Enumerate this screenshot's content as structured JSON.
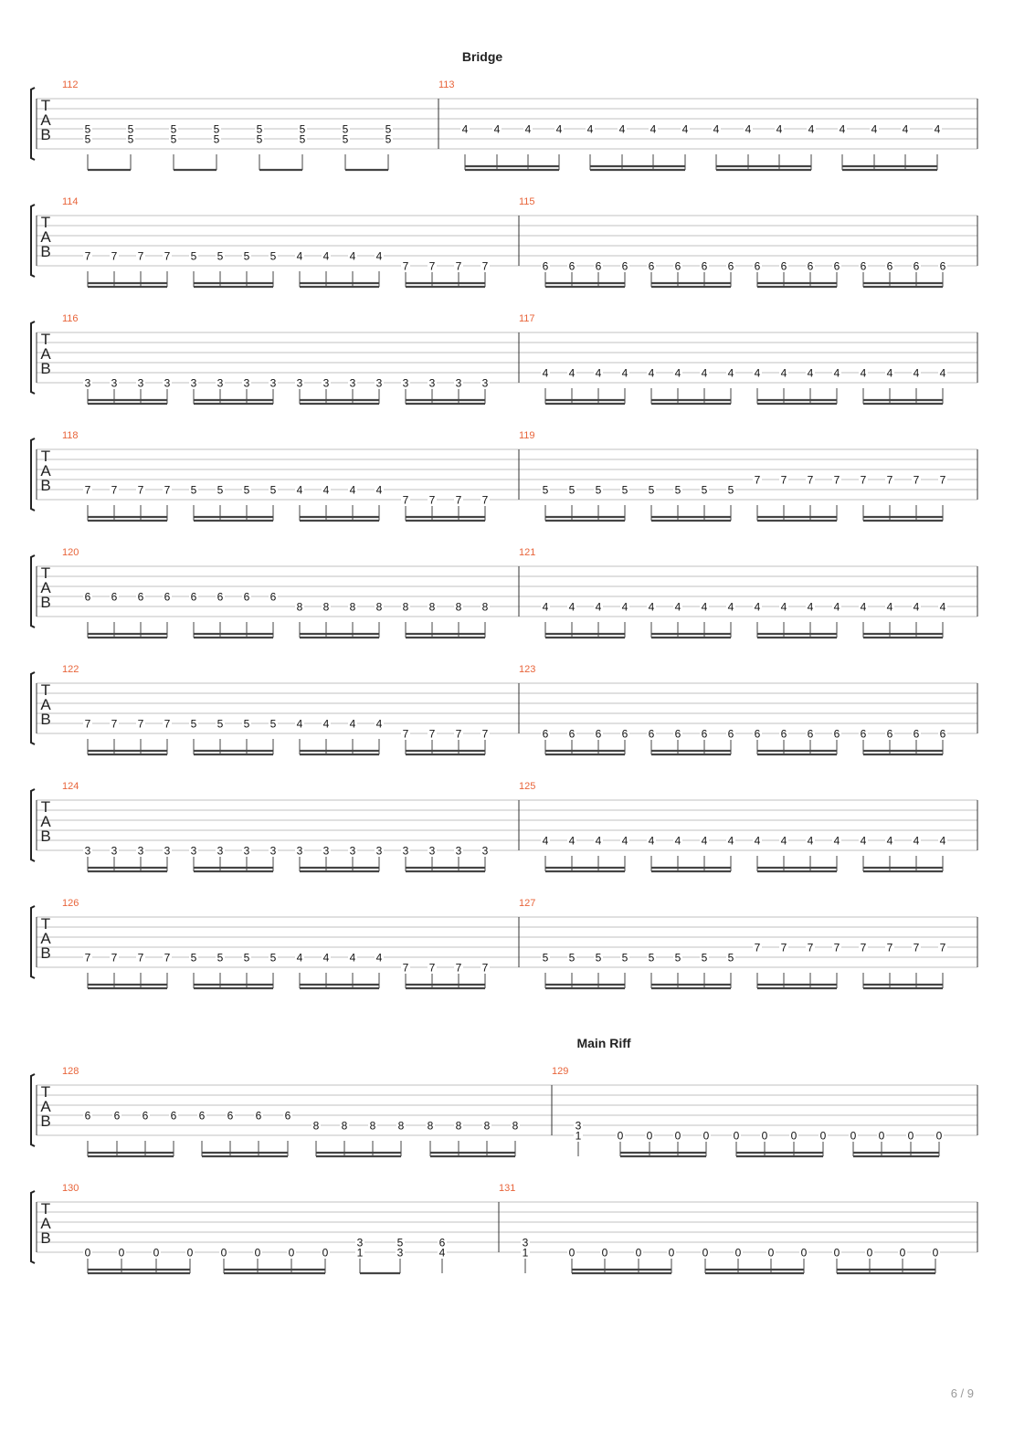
{
  "document": {
    "type": "guitar tablature",
    "page_number": "6 / 9",
    "colors": {
      "bar_number": "#e8643a",
      "staff_line": "#c0c0c0",
      "text": "#111111",
      "beam": "#444444"
    }
  },
  "section_labels": {
    "bridge": "Bridge",
    "main_riff": "Main Riff"
  },
  "tab_clef": [
    "T",
    "A",
    "B"
  ],
  "systems": [
    {
      "section_label": "Bridge",
      "measures": [
        {
          "number": "112",
          "beats": [
            {
              "frets": [
                [
                  4,
                  "5"
                ],
                [
                  5,
                  "5"
                ]
              ],
              "group": 0
            },
            {
              "frets": [
                [
                  4,
                  "5"
                ],
                [
                  5,
                  "5"
                ]
              ],
              "group": 0
            },
            {
              "frets": [
                [
                  4,
                  "5"
                ],
                [
                  5,
                  "5"
                ]
              ],
              "group": 1
            },
            {
              "frets": [
                [
                  4,
                  "5"
                ],
                [
                  5,
                  "5"
                ]
              ],
              "group": 1
            },
            {
              "frets": [
                [
                  4,
                  "5"
                ],
                [
                  5,
                  "5"
                ]
              ],
              "group": 2
            },
            {
              "frets": [
                [
                  4,
                  "5"
                ],
                [
                  5,
                  "5"
                ]
              ],
              "group": 2
            },
            {
              "frets": [
                [
                  4,
                  "5"
                ],
                [
                  5,
                  "5"
                ]
              ],
              "group": 3
            },
            {
              "frets": [
                [
                  4,
                  "5"
                ],
                [
                  5,
                  "5"
                ]
              ],
              "group": 3
            }
          ],
          "beams": [
            1,
            1,
            1,
            1
          ]
        },
        {
          "number": "113",
          "repeat": {
            "fret": "4",
            "string": 4,
            "per_group": 4,
            "groups": 4
          },
          "beams": [
            2,
            2,
            2,
            2
          ]
        }
      ]
    },
    {
      "measures": [
        {
          "number": "114",
          "seq": [
            [
              "7",
              5
            ],
            [
              "5",
              5
            ],
            [
              "4",
              5
            ],
            [
              "7",
              6
            ]
          ],
          "per_group": 4,
          "beams": [
            2,
            2,
            2,
            2
          ]
        },
        {
          "number": "115",
          "seq": [
            [
              "6",
              6
            ],
            [
              "6",
              6
            ],
            [
              "6",
              6
            ],
            [
              "6",
              6
            ]
          ],
          "per_group": 4,
          "beams": [
            2,
            2,
            2,
            2
          ]
        }
      ]
    },
    {
      "measures": [
        {
          "number": "116",
          "seq": [
            [
              "3",
              6
            ],
            [
              "3",
              6
            ],
            [
              "3",
              6
            ],
            [
              "3",
              6
            ]
          ],
          "per_group": 4,
          "beams": [
            2,
            2,
            2,
            2
          ]
        },
        {
          "number": "117",
          "seq": [
            [
              "4",
              5
            ],
            [
              "4",
              5
            ],
            [
              "4",
              5
            ],
            [
              "4",
              5
            ]
          ],
          "per_group": 4,
          "beams": [
            2,
            2,
            2,
            2
          ]
        }
      ]
    },
    {
      "measures": [
        {
          "number": "118",
          "seq": [
            [
              "7",
              5
            ],
            [
              "5",
              5
            ],
            [
              "4",
              5
            ],
            [
              "7",
              6
            ]
          ],
          "per_group": 4,
          "beams": [
            2,
            2,
            2,
            2
          ]
        },
        {
          "number": "119",
          "seq": [
            [
              "5",
              5
            ],
            [
              "5",
              5
            ],
            [
              "7",
              4
            ],
            [
              "7",
              4
            ]
          ],
          "per_group": 4,
          "beams": [
            2,
            2,
            2,
            2
          ]
        }
      ]
    },
    {
      "measures": [
        {
          "number": "120",
          "seq": [
            [
              "6",
              4
            ],
            [
              "6",
              4
            ],
            [
              "8",
              5
            ],
            [
              "8",
              5
            ]
          ],
          "per_group": 4,
          "beams": [
            2,
            2,
            2,
            2
          ]
        },
        {
          "number": "121",
          "seq": [
            [
              "4",
              5
            ],
            [
              "4",
              5
            ],
            [
              "4",
              5
            ],
            [
              "4",
              5
            ]
          ],
          "per_group": 4,
          "beams": [
            2,
            2,
            2,
            2
          ]
        }
      ]
    },
    {
      "measures": [
        {
          "number": "122",
          "seq": [
            [
              "7",
              5
            ],
            [
              "5",
              5
            ],
            [
              "4",
              5
            ],
            [
              "7",
              6
            ]
          ],
          "per_group": 4,
          "beams": [
            2,
            2,
            2,
            2
          ]
        },
        {
          "number": "123",
          "seq": [
            [
              "6",
              6
            ],
            [
              "6",
              6
            ],
            [
              "6",
              6
            ],
            [
              "6",
              6
            ]
          ],
          "per_group": 4,
          "beams": [
            2,
            2,
            2,
            2
          ]
        }
      ]
    },
    {
      "measures": [
        {
          "number": "124",
          "seq": [
            [
              "3",
              6
            ],
            [
              "3",
              6
            ],
            [
              "3",
              6
            ],
            [
              "3",
              6
            ]
          ],
          "per_group": 4,
          "beams": [
            2,
            2,
            2,
            2
          ]
        },
        {
          "number": "125",
          "seq": [
            [
              "4",
              5
            ],
            [
              "4",
              5
            ],
            [
              "4",
              5
            ],
            [
              "4",
              5
            ]
          ],
          "per_group": 4,
          "beams": [
            2,
            2,
            2,
            2
          ]
        }
      ]
    },
    {
      "measures": [
        {
          "number": "126",
          "seq": [
            [
              "7",
              5
            ],
            [
              "5",
              5
            ],
            [
              "4",
              5
            ],
            [
              "7",
              6
            ]
          ],
          "per_group": 4,
          "beams": [
            2,
            2,
            2,
            2
          ]
        },
        {
          "number": "127",
          "seq": [
            [
              "5",
              5
            ],
            [
              "5",
              5
            ],
            [
              "7",
              4
            ],
            [
              "7",
              4
            ]
          ],
          "per_group": 4,
          "beams": [
            2,
            2,
            2,
            2
          ]
        }
      ]
    },
    {
      "section_label": "Main Riff",
      "measures": [
        {
          "number": "128",
          "seq": [
            [
              "6",
              4
            ],
            [
              "6",
              4
            ],
            [
              "8",
              5
            ],
            [
              "8",
              5
            ]
          ],
          "per_group": 4,
          "beams": [
            2,
            2,
            2,
            2
          ]
        },
        {
          "number": "129",
          "beats": [
            {
              "frets": [
                [
                  5,
                  "3"
                ],
                [
                  6,
                  "1"
                ]
              ],
              "group": -1
            },
            {
              "frets": [
                [
                  6,
                  "0"
                ]
              ],
              "group": 0
            },
            {
              "frets": [
                [
                  6,
                  "0"
                ]
              ],
              "group": 0
            },
            {
              "frets": [
                [
                  6,
                  "0"
                ]
              ],
              "group": 0
            },
            {
              "frets": [
                [
                  6,
                  "0"
                ]
              ],
              "group": 0
            },
            {
              "frets": [
                [
                  6,
                  "0"
                ]
              ],
              "group": 1
            },
            {
              "frets": [
                [
                  6,
                  "0"
                ]
              ],
              "group": 1
            },
            {
              "frets": [
                [
                  6,
                  "0"
                ]
              ],
              "group": 1
            },
            {
              "frets": [
                [
                  6,
                  "0"
                ]
              ],
              "group": 1
            },
            {
              "frets": [
                [
                  6,
                  "0"
                ]
              ],
              "group": 2
            },
            {
              "frets": [
                [
                  6,
                  "0"
                ]
              ],
              "group": 2
            },
            {
              "frets": [
                [
                  6,
                  "0"
                ]
              ],
              "group": 2
            },
            {
              "frets": [
                [
                  6,
                  "0"
                ]
              ],
              "group": 2
            }
          ],
          "beams": [
            2,
            2,
            2
          ]
        }
      ]
    },
    {
      "measures": [
        {
          "number": "130",
          "beats": [
            {
              "frets": [
                [
                  6,
                  "0"
                ]
              ],
              "group": 0
            },
            {
              "frets": [
                [
                  6,
                  "0"
                ]
              ],
              "group": 0
            },
            {
              "frets": [
                [
                  6,
                  "0"
                ]
              ],
              "group": 0
            },
            {
              "frets": [
                [
                  6,
                  "0"
                ]
              ],
              "group": 0
            },
            {
              "frets": [
                [
                  6,
                  "0"
                ]
              ],
              "group": 1
            },
            {
              "frets": [
                [
                  6,
                  "0"
                ]
              ],
              "group": 1
            },
            {
              "frets": [
                [
                  6,
                  "0"
                ]
              ],
              "group": 1
            },
            {
              "frets": [
                [
                  6,
                  "0"
                ]
              ],
              "group": 1
            },
            {
              "frets": [
                [
                  5,
                  "3"
                ],
                [
                  6,
                  "1"
                ]
              ],
              "group": 2
            },
            {
              "frets": [
                [
                  5,
                  "5"
                ],
                [
                  6,
                  "3"
                ]
              ],
              "group": 2
            },
            {
              "frets": [
                [
                  5,
                  "6"
                ],
                [
                  6,
                  "4"
                ]
              ],
              "group": -1
            }
          ],
          "beams": [
            2,
            2,
            1
          ]
        },
        {
          "number": "131",
          "beats": [
            {
              "frets": [
                [
                  5,
                  "3"
                ],
                [
                  6,
                  "1"
                ]
              ],
              "group": -1
            },
            {
              "frets": [
                [
                  6,
                  "0"
                ]
              ],
              "group": 0
            },
            {
              "frets": [
                [
                  6,
                  "0"
                ]
              ],
              "group": 0
            },
            {
              "frets": [
                [
                  6,
                  "0"
                ]
              ],
              "group": 0
            },
            {
              "frets": [
                [
                  6,
                  "0"
                ]
              ],
              "group": 0
            },
            {
              "frets": [
                [
                  6,
                  "0"
                ]
              ],
              "group": 1
            },
            {
              "frets": [
                [
                  6,
                  "0"
                ]
              ],
              "group": 1
            },
            {
              "frets": [
                [
                  6,
                  "0"
                ]
              ],
              "group": 1
            },
            {
              "frets": [
                [
                  6,
                  "0"
                ]
              ],
              "group": 1
            },
            {
              "frets": [
                [
                  6,
                  "0"
                ]
              ],
              "group": 2
            },
            {
              "frets": [
                [
                  6,
                  "0"
                ]
              ],
              "group": 2
            },
            {
              "frets": [
                [
                  6,
                  "0"
                ]
              ],
              "group": 2
            },
            {
              "frets": [
                [
                  6,
                  "0"
                ]
              ],
              "group": 2
            }
          ],
          "beams": [
            2,
            2,
            2
          ]
        }
      ]
    }
  ]
}
